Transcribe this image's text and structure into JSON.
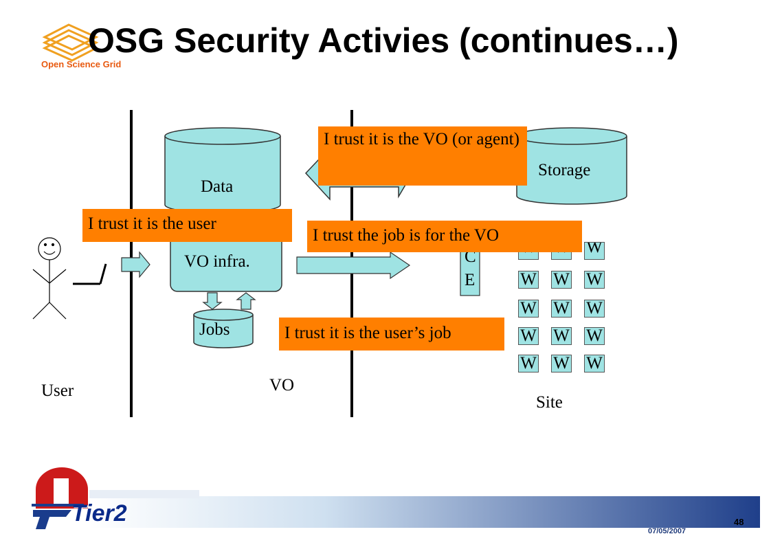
{
  "title": "OSG Security Activies (continues…)",
  "logo": {
    "text": "Open Science Grid",
    "icon": "osg-layers-icon"
  },
  "labels": {
    "data": "Data",
    "storage": "Storage",
    "vo_infra": "VO infra.",
    "jobs": "Jobs",
    "user": "User",
    "vo": "VO",
    "site": "Site",
    "ce_c": "C",
    "ce_e": "E"
  },
  "callouts": {
    "vo_agent": "I trust it is the VO (or agent)",
    "user": "I trust it is the user",
    "job_vo": "I trust the job is for the VO",
    "users_job": "I trust it is the user’s job"
  },
  "worker_label": "W",
  "footer": {
    "tier2": "Tier2",
    "date": "07/05/2007",
    "page": "48"
  },
  "colors": {
    "callout": "#ff7f00",
    "shape_fill": "#9fe3e3",
    "title": "#000000"
  }
}
